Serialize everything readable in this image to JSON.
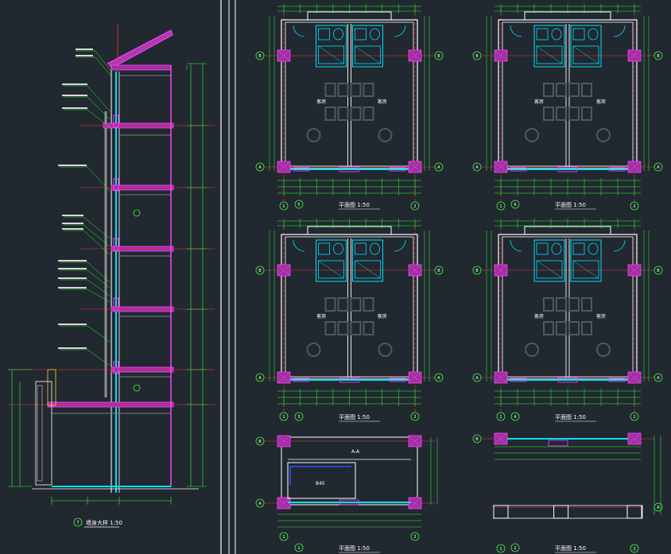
{
  "drawing": {
    "section_title": "墙身大样 1:50",
    "section_number": "7",
    "plans": [
      {
        "id": "p5",
        "caption": "平面图 1:50",
        "number": "5",
        "axis_left": "1",
        "axis_right": "2",
        "axis_top": "B",
        "axis_bottom": "A",
        "room_left": "客房",
        "room_right": "客房"
      },
      {
        "id": "p6",
        "caption": "平面图 1:50",
        "number": "6",
        "axis_left": "1",
        "axis_right": "2",
        "axis_top": "B",
        "axis_bottom": "A",
        "room_left": "客房",
        "room_right": "客房"
      },
      {
        "id": "p3",
        "caption": "平面图 1:50",
        "number": "3",
        "axis_left": "1",
        "axis_right": "2",
        "axis_top": "B",
        "axis_bottom": "A",
        "room_left": "客房",
        "room_right": "客房"
      },
      {
        "id": "p4",
        "caption": "平面图 1:50",
        "number": "4",
        "axis_left": "1",
        "axis_right": "2",
        "axis_top": "B",
        "axis_bottom": "A",
        "room_left": "客房",
        "room_right": "客房"
      },
      {
        "id": "p1",
        "caption": "平面图 1:50",
        "number": "1",
        "axis_left": "1",
        "axis_right": "2",
        "axis_top": "B",
        "axis_bottom": "A",
        "title": "A-A",
        "inner": "840"
      },
      {
        "id": "p2",
        "caption": "平面图 1:50",
        "number": "2",
        "axis_left": "1",
        "axis_right": "2",
        "axis_top": "B",
        "axis_bottom": "A"
      }
    ]
  }
}
